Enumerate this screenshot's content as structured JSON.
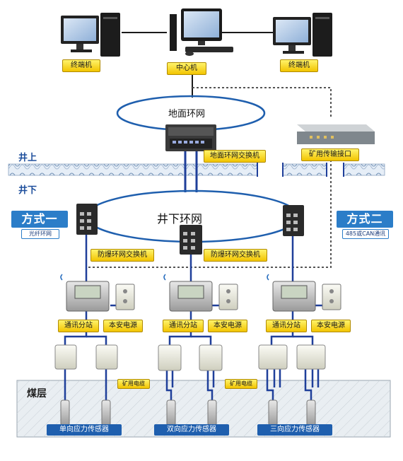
{
  "top": {
    "terminal_left": "终端机",
    "center": "中心机",
    "terminal_right": "终端机"
  },
  "ground": {
    "ring_title": "地面环网",
    "switch_label": "地面环网交换机",
    "mine_port_label": "矿用传输接口"
  },
  "levels": {
    "above": "井上",
    "below": "井下"
  },
  "underground": {
    "ring_title": "井下环网",
    "mode_one": "方式一",
    "mode_one_sub": "光纤环网",
    "mode_two": "方式二",
    "mode_two_sub": "485或CAN通讯",
    "switch_left": "防爆环网交换机",
    "switch_right": "防爆环网交换机"
  },
  "stations": [
    {
      "station": "通讯分站",
      "power": "本安电源"
    },
    {
      "station": "通讯分站",
      "power": "本安电源"
    },
    {
      "station": "通讯分站",
      "power": "本安电源"
    }
  ],
  "cable_labels": [
    "矿用电缆",
    "矿用电缆"
  ],
  "seam": {
    "label": "煤层"
  },
  "sensors": [
    "单向应力传感器",
    "双向应力传感器",
    "三向应力传感器"
  ],
  "colors": {
    "label_yellow": "#f2c400",
    "ring_blue": "#1f5fae",
    "badge_blue": "#2b7dc8",
    "cable_blue": "#1f3f9a"
  }
}
